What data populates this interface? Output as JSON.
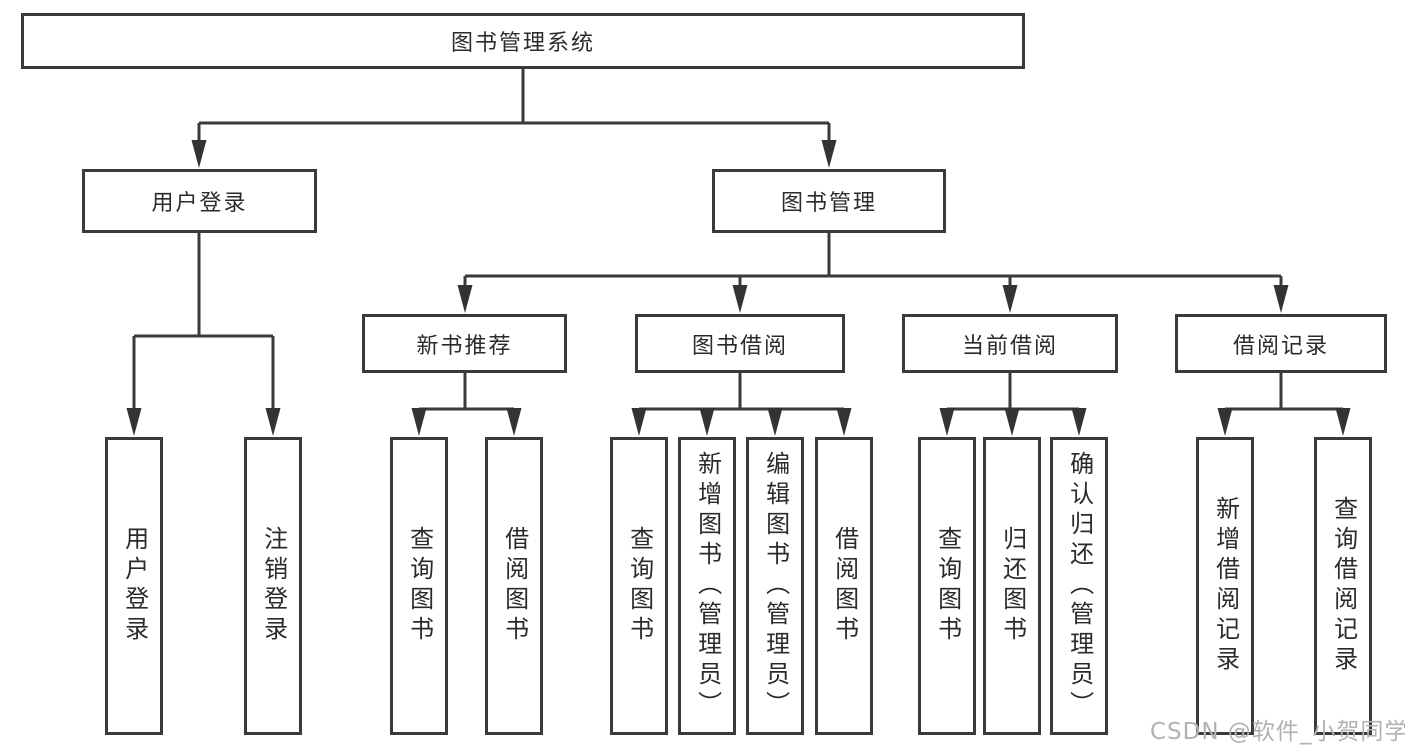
{
  "diagram": {
    "root": {
      "label": "图书管理系统"
    },
    "children": [
      {
        "label": "用户登录",
        "children": [
          {
            "label": "用户登录"
          },
          {
            "label": "注销登录"
          }
        ]
      },
      {
        "label": "图书管理",
        "children": [
          {
            "label": "新书推荐",
            "children": [
              {
                "label": "查询图书"
              },
              {
                "label": "借阅图书"
              }
            ]
          },
          {
            "label": "图书借阅",
            "children": [
              {
                "label": "查询图书"
              },
              {
                "label": "新增图书（管理员）"
              },
              {
                "label": "编辑图书（管理员）"
              },
              {
                "label": "借阅图书"
              }
            ]
          },
          {
            "label": "当前借阅",
            "children": [
              {
                "label": "查询图书"
              },
              {
                "label": "归还图书"
              },
              {
                "label": "确认归还（管理员）"
              }
            ]
          },
          {
            "label": "借阅记录",
            "children": [
              {
                "label": "新增借阅记录"
              },
              {
                "label": "查询借阅记录"
              }
            ]
          }
        ]
      }
    ]
  },
  "watermark": {
    "text": "CSDN @软件_小贺同学"
  },
  "colors": {
    "line": "#3a3a3a",
    "box_border": "#3a3a3a",
    "text": "#2b2b2b",
    "watermark": "#b2b2b2",
    "background": "#ffffff"
  }
}
